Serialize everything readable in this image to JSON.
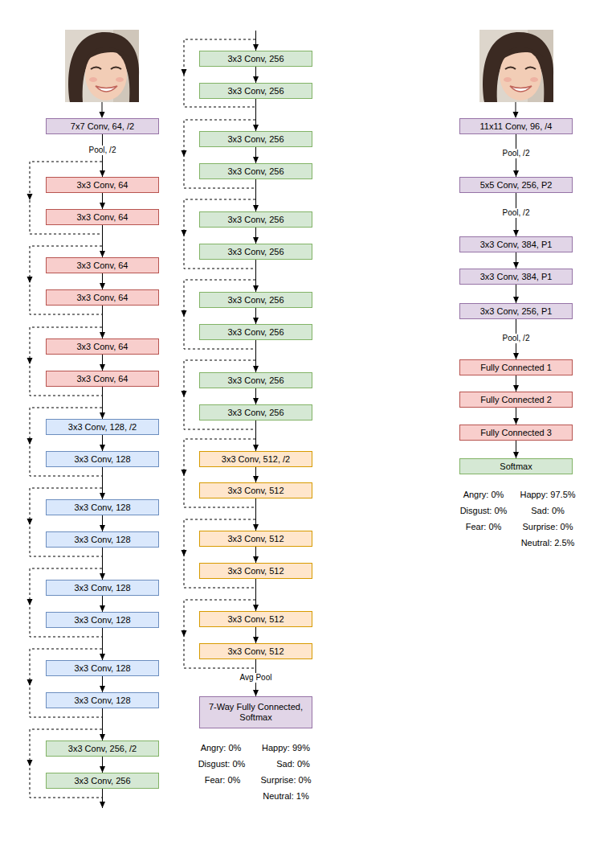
{
  "diagram": {
    "nodes": [
      {
        "text": [
          "7x7 Conv, 64, /2"
        ]
      },
      {
        "text": [
          "3x3 Conv, 64"
        ]
      },
      {
        "text": [
          "3x3 Conv, 64"
        ]
      },
      {
        "text": [
          "3x3 Conv, 64"
        ]
      },
      {
        "text": [
          "3x3 Conv, 64"
        ]
      },
      {
        "text": [
          "3x3 Conv, 64"
        ]
      },
      {
        "text": [
          "3x3 Conv, 64"
        ]
      },
      {
        "text": [
          "3x3 Conv, 128, /2"
        ]
      },
      {
        "text": [
          "3x3 Conv, 128"
        ]
      },
      {
        "text": [
          "3x3 Conv, 128"
        ]
      },
      {
        "text": [
          "3x3 Conv, 128"
        ]
      },
      {
        "text": [
          "3x3 Conv, 128"
        ]
      },
      {
        "text": [
          "3x3 Conv, 128"
        ]
      },
      {
        "text": [
          "3x3 Conv, 128"
        ]
      },
      {
        "text": [
          "3x3 Conv, 128"
        ]
      },
      {
        "text": [
          "3x3 Conv, 256, /2"
        ]
      },
      {
        "text": [
          "3x3 Conv, 256"
        ]
      },
      {
        "text": [
          "3x3 Conv, 256"
        ]
      },
      {
        "text": [
          "3x3 Conv, 256"
        ]
      },
      {
        "text": [
          "3x3 Conv, 256"
        ]
      },
      {
        "text": [
          "3x3 Conv, 256"
        ]
      },
      {
        "text": [
          "3x3 Conv, 256"
        ]
      },
      {
        "text": [
          "3x3 Conv, 256"
        ]
      },
      {
        "text": [
          "3x3 Conv, 256"
        ]
      },
      {
        "text": [
          "3x3 Conv, 256"
        ]
      },
      {
        "text": [
          "3x3 Conv, 256"
        ]
      },
      {
        "text": [
          "3x3 Conv, 256"
        ]
      },
      {
        "text": [
          "3x3 Conv, 512, /2"
        ]
      },
      {
        "text": [
          "3x3 Conv, 512"
        ]
      },
      {
        "text": [
          "3x3 Conv, 512"
        ]
      },
      {
        "text": [
          "3x3 Conv, 512"
        ]
      },
      {
        "text": [
          "3x3 Conv, 512"
        ]
      },
      {
        "text": [
          "3x3 Conv, 512"
        ]
      },
      {
        "text": [
          "7-Way Fully Connected, Softmax"
        ]
      },
      {
        "text": [
          "11x11 Conv, 96, /4"
        ]
      },
      {
        "text": [
          "5x5 Conv, 256, P2"
        ]
      },
      {
        "text": [
          "3x3 Conv, 384, P1"
        ]
      },
      {
        "text": [
          "3x3 Conv, 384, P1"
        ]
      },
      {
        "text": [
          "3x3 Conv, 256, P1"
        ]
      },
      {
        "text": [
          "Fully Connected 1"
        ]
      },
      {
        "text": [
          "Fully Connected 2"
        ]
      },
      {
        "text": [
          "Fully Connected 3"
        ]
      },
      {
        "text": [
          "Softmax"
        ]
      }
    ],
    "edges": [
      {
        "from": 0,
        "to": 1,
        "arrow": "to",
        "label": "Pool, /2"
      },
      {
        "from": 1,
        "to": 2,
        "arrow": "to"
      },
      {
        "from": 2,
        "to": 3,
        "arrow": "to"
      },
      {
        "from": 3,
        "to": 4,
        "arrow": "to"
      },
      {
        "from": 4,
        "to": 5,
        "arrow": "to"
      },
      {
        "from": 5,
        "to": 6,
        "arrow": "to"
      },
      {
        "from": 6,
        "to": 7,
        "arrow": "to"
      },
      {
        "from": 7,
        "to": 8,
        "arrow": "to"
      },
      {
        "from": 8,
        "to": 9,
        "arrow": "to"
      },
      {
        "from": 9,
        "to": 10,
        "arrow": "to"
      },
      {
        "from": 10,
        "to": 11,
        "arrow": "to"
      },
      {
        "from": 11,
        "to": 12,
        "arrow": "to"
      },
      {
        "from": 12,
        "to": 13,
        "arrow": "to"
      },
      {
        "from": 13,
        "to": 14,
        "arrow": "to"
      },
      {
        "from": 14,
        "to": 15,
        "arrow": "to"
      },
      {
        "from": 15,
        "to": 16,
        "arrow": "to"
      },
      {
        "from": 16,
        "to": 17,
        "arrow": "to"
      },
      {
        "from": 17,
        "to": 18,
        "arrow": "to"
      },
      {
        "from": 18,
        "to": 19,
        "arrow": "to"
      },
      {
        "from": 19,
        "to": 20,
        "arrow": "to"
      },
      {
        "from": 20,
        "to": 21,
        "arrow": "to"
      },
      {
        "from": 21,
        "to": 22,
        "arrow": "to"
      },
      {
        "from": 22,
        "to": 23,
        "arrow": "to"
      },
      {
        "from": 23,
        "to": 24,
        "arrow": "to"
      },
      {
        "from": 24,
        "to": 25,
        "arrow": "to"
      },
      {
        "from": 25,
        "to": 26,
        "arrow": "to"
      },
      {
        "from": 26,
        "to": 27,
        "arrow": "to"
      },
      {
        "from": 27,
        "to": 28,
        "arrow": "to"
      },
      {
        "from": 28,
        "to": 29,
        "arrow": "to"
      },
      {
        "from": 29,
        "to": 30,
        "arrow": "to"
      },
      {
        "from": 30,
        "to": 31,
        "arrow": "to"
      },
      {
        "from": 31,
        "to": 32,
        "arrow": "to"
      },
      {
        "from": 32,
        "to": 33,
        "arrow": "to",
        "label": "Avg Pool"
      },
      {
        "from": 34,
        "to": 35,
        "arrow": "to",
        "label": "Pool, /2"
      },
      {
        "from": 35,
        "to": 36,
        "arrow": "to",
        "label": "Pool, /2"
      },
      {
        "from": 36,
        "to": 37,
        "arrow": "to"
      },
      {
        "from": 37,
        "to": 38,
        "arrow": "to"
      },
      {
        "from": 38,
        "to": 39,
        "arrow": "to",
        "label": "Pool, /2"
      },
      {
        "from": 39,
        "to": 40,
        "arrow": "to"
      },
      {
        "from": 40,
        "to": 41,
        "arrow": "to"
      },
      {
        "from": 41,
        "to": 42,
        "arrow": "to"
      }
    ],
    "labels": [
      "Angry: 0%",
      "Happy: 99%",
      "Disgust: 0%",
      "Sad: 0%",
      "Fear: 0%",
      "Surprise: 0%",
      "Neutral: 1%",
      "Angry: 0%",
      "Happy: 97.5%",
      "Disgust: 0%",
      "Sad: 0%",
      "Fear: 0%",
      "Surprise: 0%",
      "Neutral: 2.5%"
    ]
  }
}
